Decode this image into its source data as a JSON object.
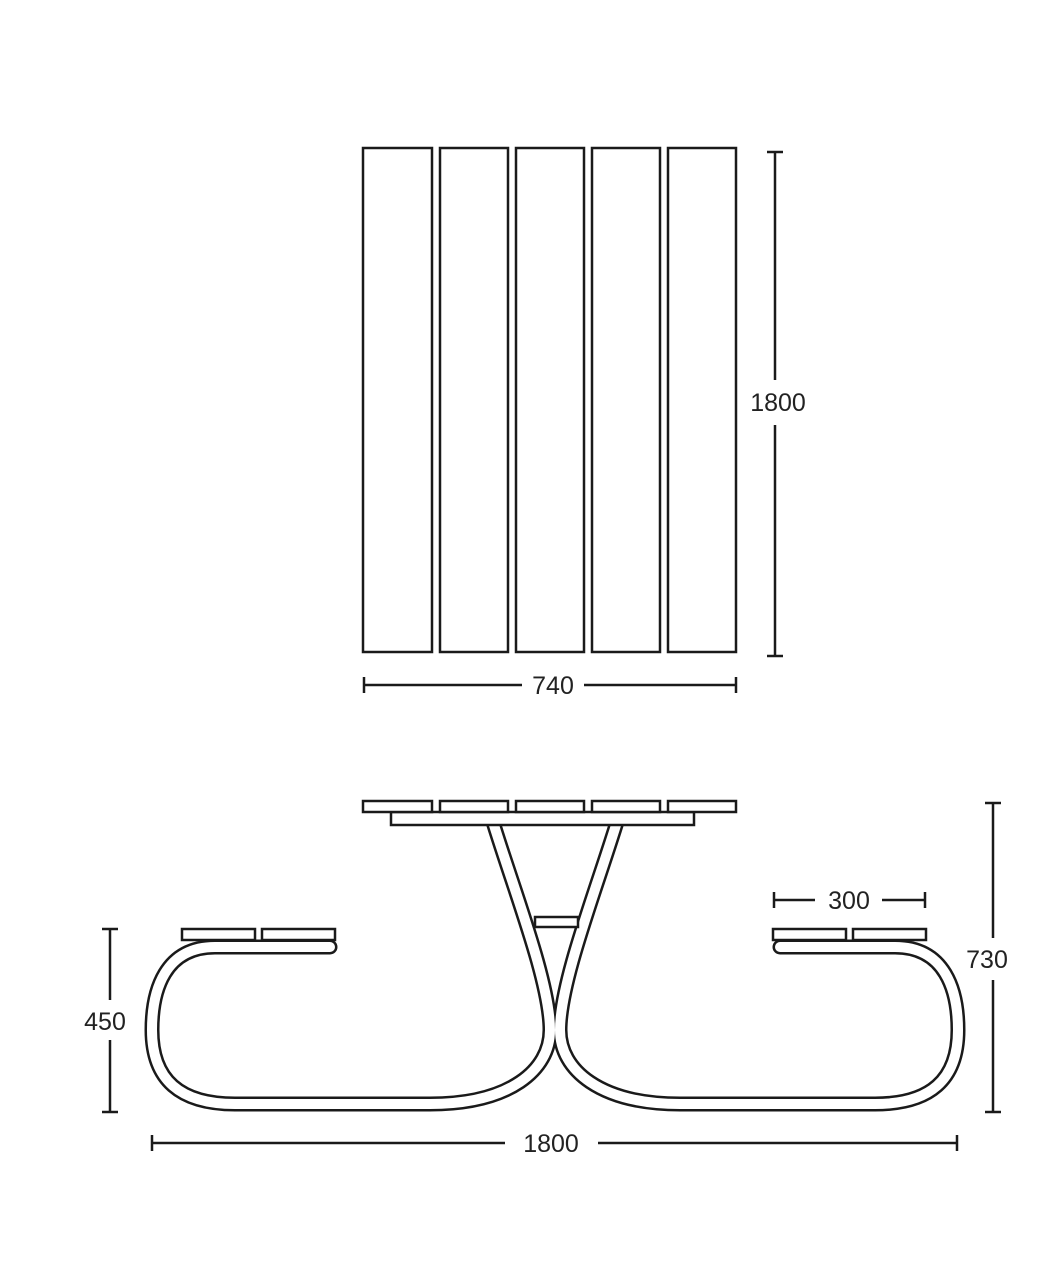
{
  "top_view": {
    "plank_count": 5,
    "dim_length": "1800",
    "dim_width": "740"
  },
  "side_view": {
    "dim_seat_height": "450",
    "dim_table_height": "730",
    "dim_overall_length": "1800",
    "dim_seat_depth": "300"
  },
  "colors": {
    "line": "#1a1a1a",
    "background": "#ffffff"
  }
}
